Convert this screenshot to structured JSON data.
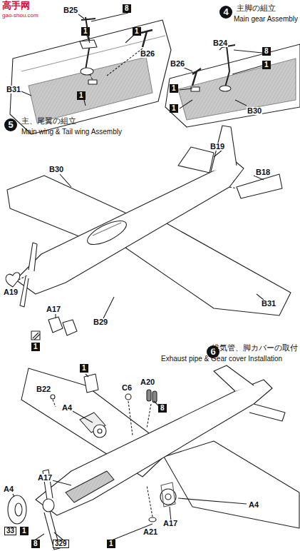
{
  "diagram": {
    "labels": [
      "高手网",
      "gao-shou.com",
      "B25",
      "8",
      "1",
      "1",
      "B26",
      "B31",
      "1",
      "4",
      "主脚の組立",
      "Main gear Assembly",
      "B24",
      "8",
      "B26",
      "1",
      "1",
      "1",
      "B30",
      "5",
      "主、尾翼の組立",
      "Main wing & Tail wing Assembly",
      "B19",
      "B30",
      "B18",
      "A19",
      "B31",
      "A17",
      "B29",
      "1",
      "6",
      "排気管、脚カバーの取付",
      "Exhaust pipe & Gear cover Installation",
      "1",
      "B22",
      "C6",
      "A20",
      "A4",
      "8",
      "A17",
      "A4",
      "A4",
      "A17",
      "A21",
      "33",
      "1",
      "8",
      "329",
      "1"
    ]
  }
}
